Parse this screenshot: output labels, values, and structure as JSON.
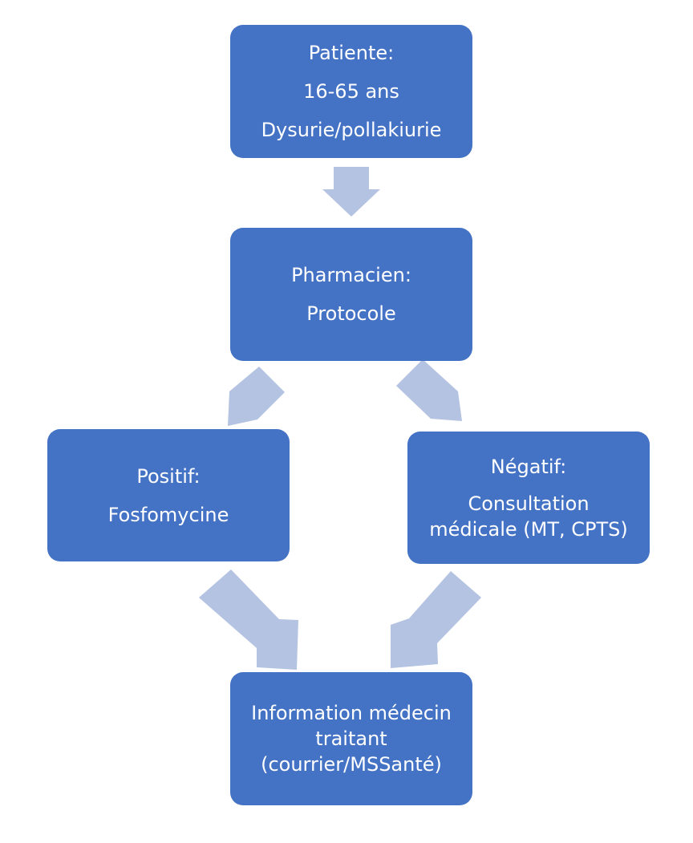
{
  "colors": {
    "box_fill": "#4472c4",
    "box_text": "#ffffff",
    "arrow_fill": "#b4c3e1",
    "background": "#ffffff"
  },
  "nodes": {
    "patient": {
      "heading": "Patiente:",
      "line2": "16-65 ans",
      "line3": "Dysurie/pollakiurie"
    },
    "pharmacien": {
      "heading": "Pharmacien:",
      "line2": "Protocole"
    },
    "positif": {
      "heading": "Positif:",
      "line2": "Fosfomycine"
    },
    "negatif": {
      "heading": "Négatif:",
      "line2": "Consultation",
      "line3": "médicale (MT, CPTS)"
    },
    "information": {
      "line1": "Information médecin",
      "line2": "traitant",
      "line3": "(courrier/MSSanté)"
    }
  },
  "edges": [
    {
      "from": "patient",
      "to": "pharmacien"
    },
    {
      "from": "pharmacien",
      "to": "positif"
    },
    {
      "from": "pharmacien",
      "to": "negatif"
    },
    {
      "from": "positif",
      "to": "information"
    },
    {
      "from": "negatif",
      "to": "information"
    }
  ]
}
